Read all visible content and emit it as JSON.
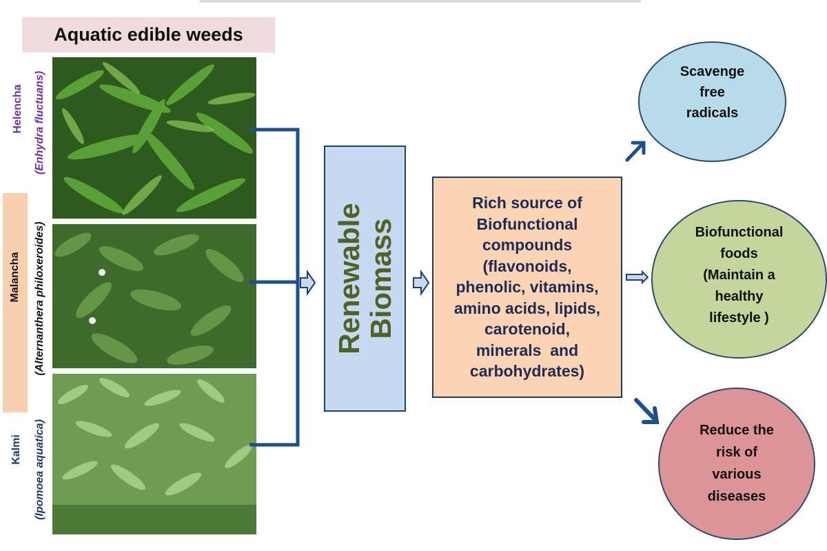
{
  "diagram": {
    "title": "Aquatic edible weeds",
    "plants": [
      {
        "common_name": "Helencha",
        "scientific_name": "(Enhydra  fluctuans)",
        "label_color": "#7030a0",
        "photo": "helencha-photo"
      },
      {
        "common_name": "Malancha",
        "scientific_name": "(Alternanthera philoxeroides)",
        "label_color": "#111111",
        "photo": "malancha-photo"
      },
      {
        "common_name": "Kalmi",
        "scientific_name": "(Ipomoea aquatica)",
        "label_color": "#1f3864",
        "photo": "kalmi-photo"
      }
    ],
    "biomass": {
      "line1": "Renewable",
      "line2": "Biomass"
    },
    "compounds": {
      "lines": [
        "Rich source of",
        "Biofunctional",
        "compounds",
        "(flavonoids,",
        "phenolic, vitamins,",
        "amino acids, lipids,",
        "carotenoid,",
        "minerals  and",
        "carbohydrates)"
      ]
    },
    "outcomes": [
      {
        "lines": [
          "Scavenge",
          "free",
          "radicals"
        ],
        "color": "#b7dbe9"
      },
      {
        "lines": [
          "Biofunctional",
          "foods",
          "(Maintain a",
          "healthy",
          "lifestyle )"
        ],
        "color": "#c3d69b"
      },
      {
        "lines": [
          "Reduce the",
          "risk of",
          "various",
          "diseases"
        ],
        "color": "#dc9497"
      }
    ],
    "colors": {
      "connector": "#1f4e8c",
      "title_bg": "#f0dcdc",
      "biomass_bg": "#c6d9f1",
      "biomass_text": "#4f6228",
      "compounds_bg": "#fbd4b4",
      "compounds_text": "#1f2a55"
    }
  }
}
